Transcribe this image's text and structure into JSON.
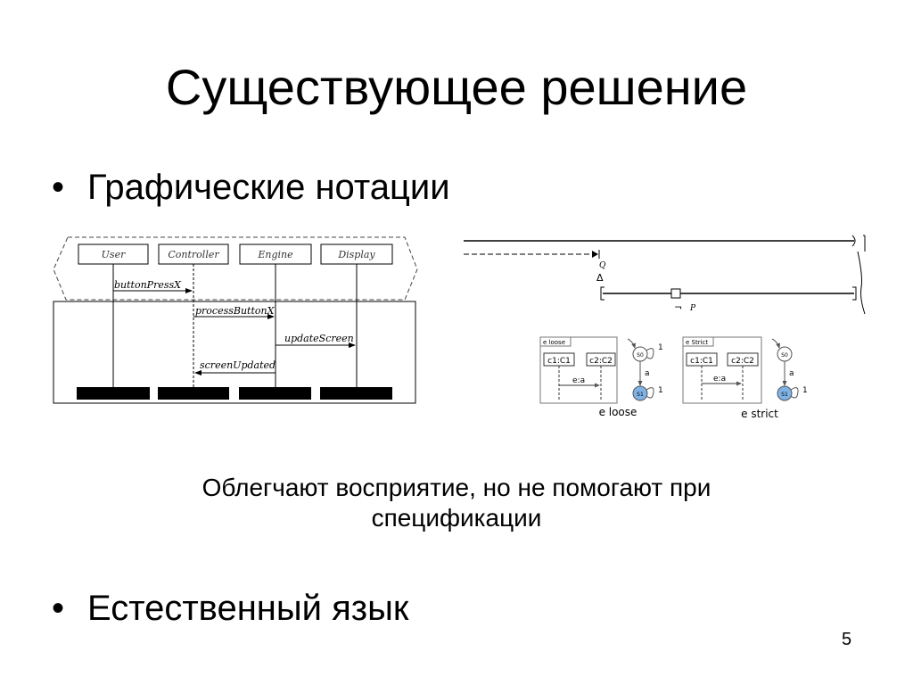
{
  "slide": {
    "title": "Существующее решение",
    "bullets": [
      "Графические нотации",
      "Естественный язык"
    ],
    "bullet_symbol": "•",
    "caption_line1": "Облегчают восприятие, но не помогают при",
    "caption_line2": "спецификации",
    "page_number": "5"
  },
  "seq_diagram": {
    "lifelines": [
      "User",
      "Controller",
      "Engine",
      "Display"
    ],
    "messages": [
      "buttonPressX",
      "processButtonX",
      "updateScreen",
      "screenUpdated"
    ]
  },
  "timing_diagram": {
    "labels": [
      "Q",
      "P"
    ],
    "symbol_triangle": "Δ",
    "symbol_not": "¬"
  },
  "state_diagrams": {
    "loose": {
      "tab": "e loose",
      "objects": [
        "c1:C1",
        "c2:C2"
      ],
      "message": "e:a",
      "states": [
        "S0",
        "S1"
      ],
      "transition": "a",
      "self_loop": "1",
      "caption": "e loose"
    },
    "strict": {
      "tab": "e Strict",
      "objects": [
        "c1:C1",
        "c2:C2"
      ],
      "message": "e:a",
      "states": [
        "S0",
        "S1"
      ],
      "transition": "a",
      "self_loop": "1",
      "caption": "e strict"
    }
  }
}
